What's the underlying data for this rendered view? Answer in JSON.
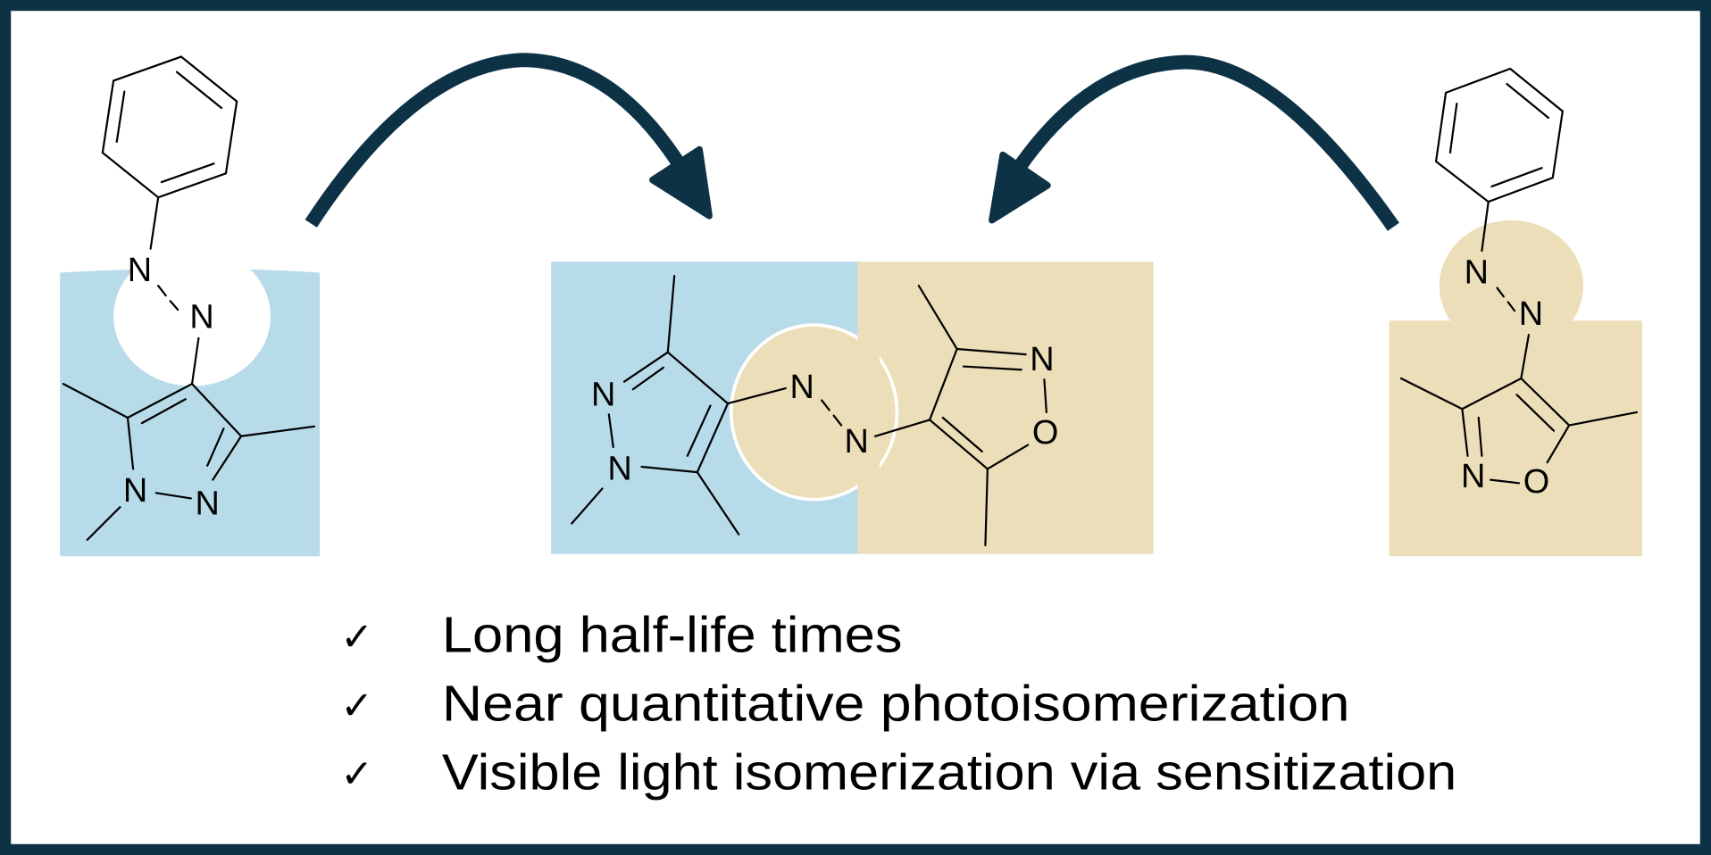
{
  "colors": {
    "frame": "#0d3145",
    "pyrazole_region": "#b8dbea",
    "isoxazole_region": "#ebdeb8",
    "arrow": "#0d3145"
  },
  "molecules": {
    "left_pyrazole": {
      "azo_n1": "N",
      "azo_n2": "N",
      "ring_n1": "N",
      "ring_n2": "N"
    },
    "center_hybrid": {
      "pyrazole_n2": "N",
      "pyrazole_n1": "N",
      "azo_n1": "N",
      "azo_n2": "N",
      "isoxazole_n": "N",
      "isoxazole_o": "O"
    },
    "right_isoxazole": {
      "azo_n1": "N",
      "azo_n2": "N",
      "ring_n": "N",
      "ring_o": "O"
    }
  },
  "features": [
    {
      "icon": "checkmark-icon",
      "mark": "✓",
      "text": "Long half-life times"
    },
    {
      "icon": "checkmark-icon",
      "mark": "✓",
      "text": "Near quantitative photoisomerization"
    },
    {
      "icon": "checkmark-icon",
      "mark": "✓",
      "text": "Visible light isomerization via sensitization"
    }
  ]
}
